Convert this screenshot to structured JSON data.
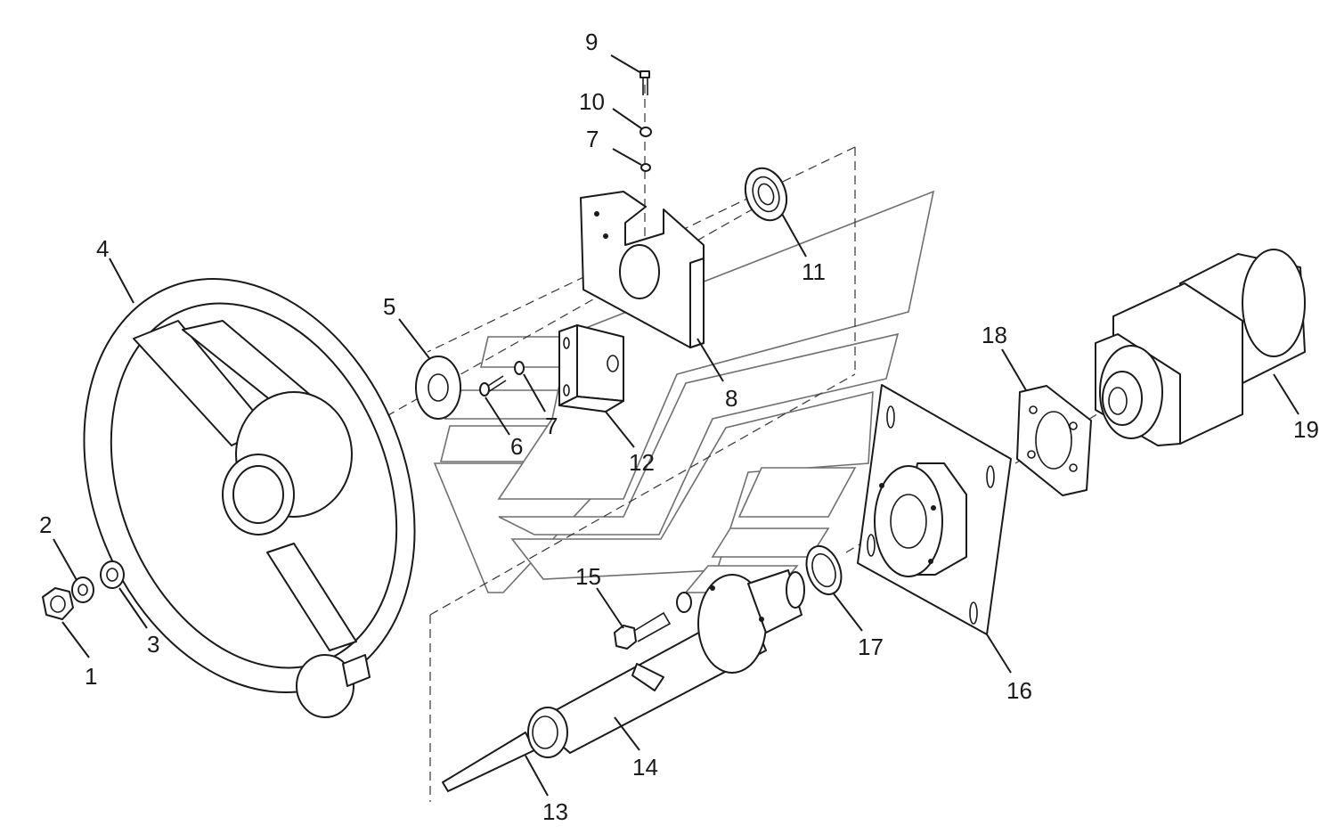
{
  "callouts": [
    {
      "id": "c1",
      "text": "1"
    },
    {
      "id": "c2",
      "text": "2"
    },
    {
      "id": "c3",
      "text": "3"
    },
    {
      "id": "c4",
      "text": "4"
    },
    {
      "id": "c5",
      "text": "5"
    },
    {
      "id": "c6",
      "text": "6"
    },
    {
      "id": "c7a",
      "text": "7"
    },
    {
      "id": "c7b",
      "text": "7"
    },
    {
      "id": "c8",
      "text": "8"
    },
    {
      "id": "c9",
      "text": "9"
    },
    {
      "id": "c10",
      "text": "10"
    },
    {
      "id": "c11",
      "text": "11"
    },
    {
      "id": "c12",
      "text": "12"
    },
    {
      "id": "c13",
      "text": "13"
    },
    {
      "id": "c14",
      "text": "14"
    },
    {
      "id": "c15",
      "text": "15"
    },
    {
      "id": "c16",
      "text": "16"
    },
    {
      "id": "c17",
      "text": "17"
    },
    {
      "id": "c18",
      "text": "18"
    },
    {
      "id": "c19",
      "text": "19"
    }
  ],
  "colors": {
    "line": "#1a1a1a",
    "watermark": "#6f6f6f",
    "background": "#ffffff"
  }
}
